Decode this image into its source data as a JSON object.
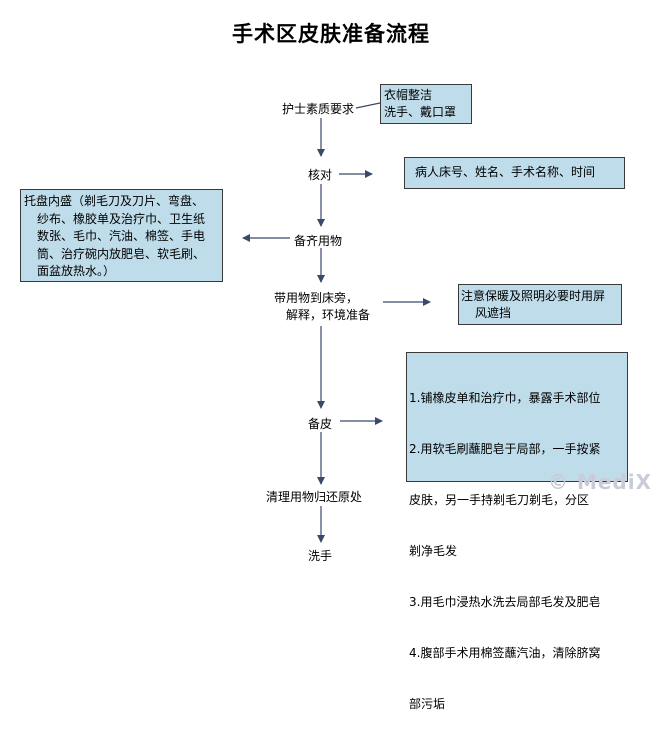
{
  "title": "手术区皮肤准备流程",
  "steps": [
    "护士素质要求",
    "核对",
    "备齐用物",
    "带用物到床旁，",
    "解释，环境准备",
    "备皮",
    "清理用物归还原处",
    "洗手"
  ],
  "boxes": {
    "attire": [
      "衣帽整洁",
      "洗手、戴口罩"
    ],
    "verify": [
      "病人床号、姓名、手术名称、时间"
    ],
    "tray": [
      "托盘内盛（剃毛刀及刀片、弯盘、",
      "纱布、橡胶单及治疗巾、卫生纸",
      "数张、毛巾、汽油、棉签、手电",
      "筒、治疗碗内放肥皂、软毛刷、",
      "面盆放热水。）"
    ],
    "privacy": [
      "注意保暖及照明必要时用屏",
      "风遮挡"
    ],
    "skin_prep": [
      "1.铺橡皮单和治疗巾，暴露手术部位",
      "2.用软毛刷蘸肥皂于局部，一手按紧",
      "   皮肤，另一手持剃毛刀剃毛，分区",
      "   剃净毛发",
      "3.用毛巾浸热水洗去局部毛发及肥皂",
      "4.腹部手术用棉签蘸汽油，清除脐窝",
      "   部污垢"
    ]
  },
  "watermark": "© MediX",
  "colors": {
    "box_fill": "#bfdcea",
    "line": "#3a4a6a"
  }
}
